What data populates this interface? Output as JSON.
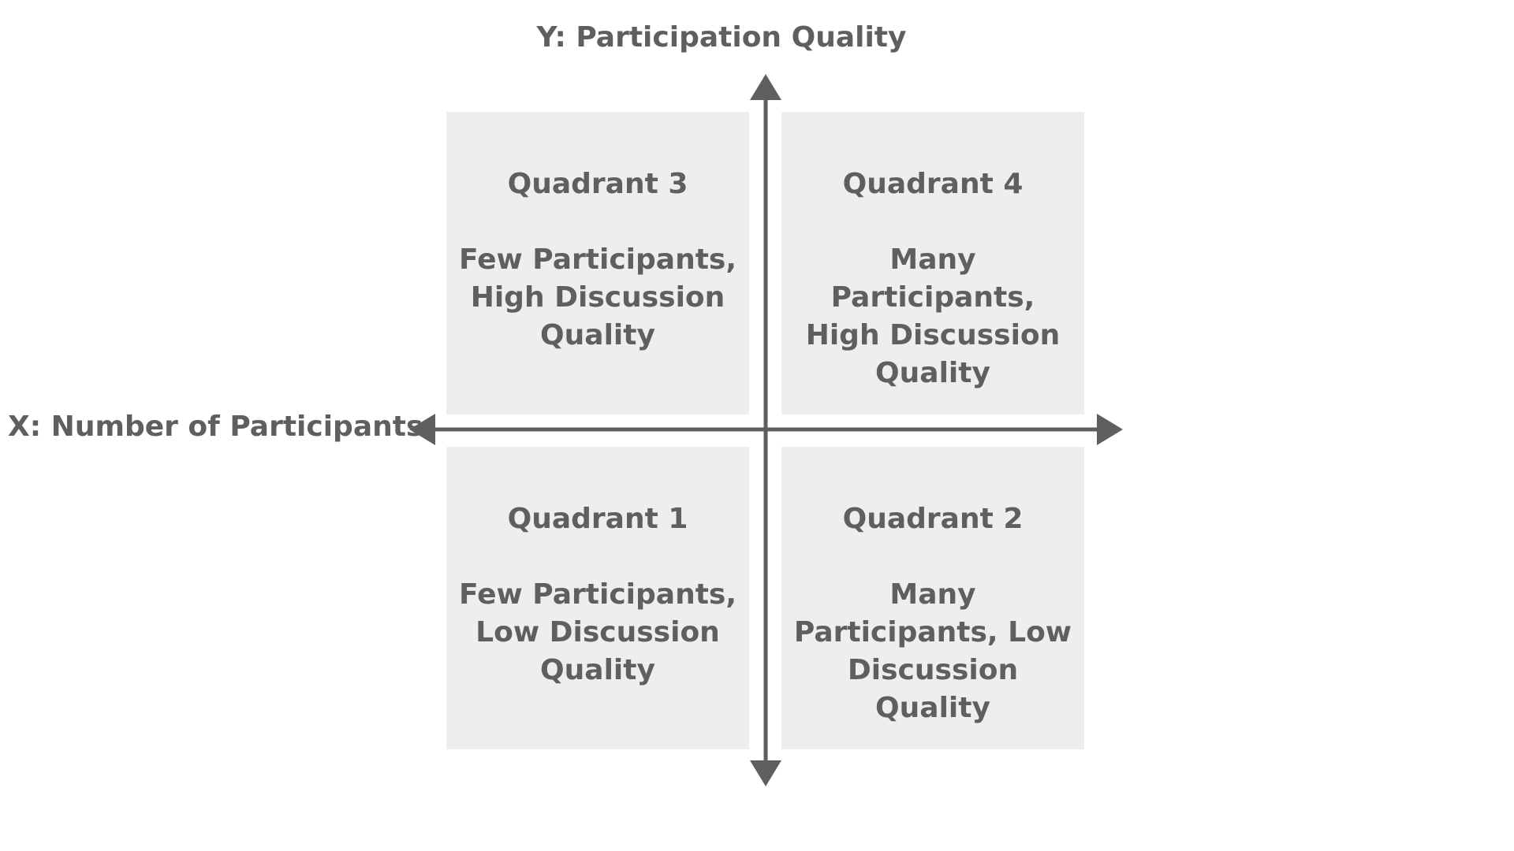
{
  "diagram": {
    "y_axis_label": "Y: Participation Quality",
    "x_axis_label": "X: Number of Participants",
    "quadrants": {
      "q3": {
        "title": "Quadrant 3",
        "description": "Few Participants, High Discussion Quality"
      },
      "q4": {
        "title": "Quadrant 4",
        "description": "Many Participants, High Discussion Quality"
      },
      "q1": {
        "title": "Quadrant 1",
        "description": "Few Participants, Low Discussion Quality"
      },
      "q2": {
        "title": "Quadrant 2",
        "description": "Many Participants, Low Discussion Quality"
      }
    },
    "colors": {
      "axis": "#5f5f5f",
      "quadrant_fill": "#eeeeee",
      "text": "#5f5f5f",
      "background": "#ffffff"
    }
  }
}
